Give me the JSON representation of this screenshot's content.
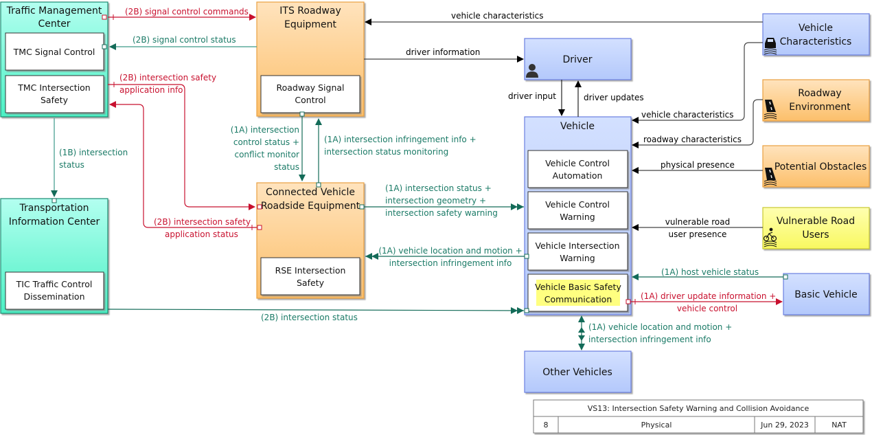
{
  "colors": {
    "teal_flow": "#1a7a66",
    "red_flow": "#c8102e",
    "black_flow": "#000000",
    "center_fill_top": "#b6fff0",
    "center_fill_bottom": "#5ef0c8",
    "field_fill_top": "#ffe2b8",
    "field_fill_bottom": "#fcc170",
    "terminator_fill": "#c6d6ff",
    "yellow_fill": "#ffff88",
    "highlight": "#ffff80"
  },
  "elements": {
    "tmc": {
      "title": "Traffic Management Center",
      "title_lines": [
        "Traffic Management",
        "Center"
      ],
      "subsystems": [
        {
          "lines": [
            "TMC Signal Control"
          ]
        },
        {
          "lines": [
            "TMC Intersection",
            "Safety"
          ]
        }
      ]
    },
    "tic": {
      "title_lines": [
        "Transportation",
        "Information Center"
      ],
      "subsystems": [
        {
          "lines": [
            "TIC Traffic Control",
            "Dissemination"
          ]
        }
      ]
    },
    "its": {
      "title_lines": [
        "ITS Roadway",
        "Equipment"
      ],
      "subsystems": [
        {
          "lines": [
            "Roadway Signal",
            "Control"
          ]
        }
      ]
    },
    "cvre": {
      "title_lines": [
        "Connected Vehicle",
        "Roadside Equipment"
      ],
      "subsystems": [
        {
          "lines": [
            "RSE Intersection",
            "Safety"
          ]
        }
      ]
    },
    "driver": {
      "title": "Driver",
      "icon": "person-icon"
    },
    "vehicle": {
      "title": "Vehicle",
      "subsystems": [
        {
          "lines": [
            "Vehicle Control",
            "Automation"
          ]
        },
        {
          "lines": [
            "Vehicle Control",
            "Warning"
          ]
        },
        {
          "lines": [
            "Vehicle Intersection",
            "Warning"
          ]
        },
        {
          "lines": [
            "Vehicle Basic Safety",
            "Communication"
          ],
          "highlighted": true
        }
      ]
    },
    "vehicle_characteristics": {
      "title_lines": [
        "Vehicle",
        "Characteristics"
      ],
      "icon": "car-icon"
    },
    "roadway_environment": {
      "title_lines": [
        "Roadway",
        "Environment"
      ],
      "icon": "road-icon"
    },
    "potential_obstacles": {
      "title_lines": [
        "Potential Obstacles"
      ],
      "icon": "road-icon"
    },
    "vulnerable_road_users": {
      "title_lines": [
        "Vulnerable Road",
        "Users"
      ],
      "icon": "bicycle-icon"
    },
    "basic_vehicle": {
      "title_lines": [
        "Basic Vehicle"
      ]
    },
    "other_vehicles": {
      "title_lines": [
        "Other Vehicles"
      ]
    }
  },
  "flows": [
    {
      "id": "signal-control-commands",
      "lines": [
        "(2B) signal control commands"
      ],
      "color": "red"
    },
    {
      "id": "signal-control-status",
      "lines": [
        "(2B) signal control status"
      ],
      "color": "teal"
    },
    {
      "id": "intersection-safety-application-info",
      "lines": [
        "(2B) intersection safety",
        "application info"
      ],
      "color": "red"
    },
    {
      "id": "intersection-safety-application-status",
      "lines": [
        "(2B) intersection safety",
        "application status"
      ],
      "color": "red"
    },
    {
      "id": "tmc-tic-intersection-status",
      "lines": [
        "(1B) intersection",
        "status"
      ],
      "color": "teal"
    },
    {
      "id": "intersection-control-status",
      "lines": [
        "(1A) intersection",
        "control status +",
        "conflict monitor",
        "status"
      ],
      "color": "teal"
    },
    {
      "id": "intersection-infringement-info",
      "lines": [
        "(1A) intersection infringement info +",
        "intersection status monitoring"
      ],
      "color": "teal"
    },
    {
      "id": "intersection-status-geometry-warning",
      "lines": [
        "(1A) intersection status +",
        "intersection geometry +",
        "intersection safety warning"
      ],
      "color": "teal"
    },
    {
      "id": "vehicle-location-motion-rse",
      "lines": [
        "(1A) vehicle location and motion +",
        "intersection infringement info"
      ],
      "color": "teal"
    },
    {
      "id": "tic-vehicle-intersection-status",
      "lines": [
        "(2B) intersection status"
      ],
      "color": "teal"
    },
    {
      "id": "vehicle-characteristics-its",
      "lines": [
        "vehicle characteristics"
      ],
      "color": "black"
    },
    {
      "id": "driver-information",
      "lines": [
        "driver information"
      ],
      "color": "black"
    },
    {
      "id": "driver-input",
      "lines": [
        "driver input"
      ],
      "color": "black"
    },
    {
      "id": "driver-updates",
      "lines": [
        "driver updates"
      ],
      "color": "black"
    },
    {
      "id": "vehicle-characteristics-vehicle",
      "lines": [
        "vehicle characteristics"
      ],
      "color": "black"
    },
    {
      "id": "roadway-characteristics",
      "lines": [
        "roadway characteristics"
      ],
      "color": "black"
    },
    {
      "id": "physical-presence",
      "lines": [
        "physical presence"
      ],
      "color": "black"
    },
    {
      "id": "vulnerable-road-user-presence",
      "lines": [
        "vulnerable road",
        "user presence"
      ],
      "color": "black"
    },
    {
      "id": "host-vehicle-status",
      "lines": [
        "(1A) host vehicle status"
      ],
      "color": "teal"
    },
    {
      "id": "driver-update-vehicle-control",
      "lines": [
        "(1A) driver update information +",
        "vehicle control"
      ],
      "color": "red"
    },
    {
      "id": "vehicle-location-motion-other",
      "lines": [
        "(1A) vehicle location and motion +",
        "intersection infringement info"
      ],
      "color": "teal"
    }
  ],
  "title_block": {
    "title": "VS13: Intersection Safety Warning and Collision Avoidance",
    "page": "8",
    "view": "Physical",
    "date": "Jun 29, 2023",
    "scope": "NAT"
  }
}
